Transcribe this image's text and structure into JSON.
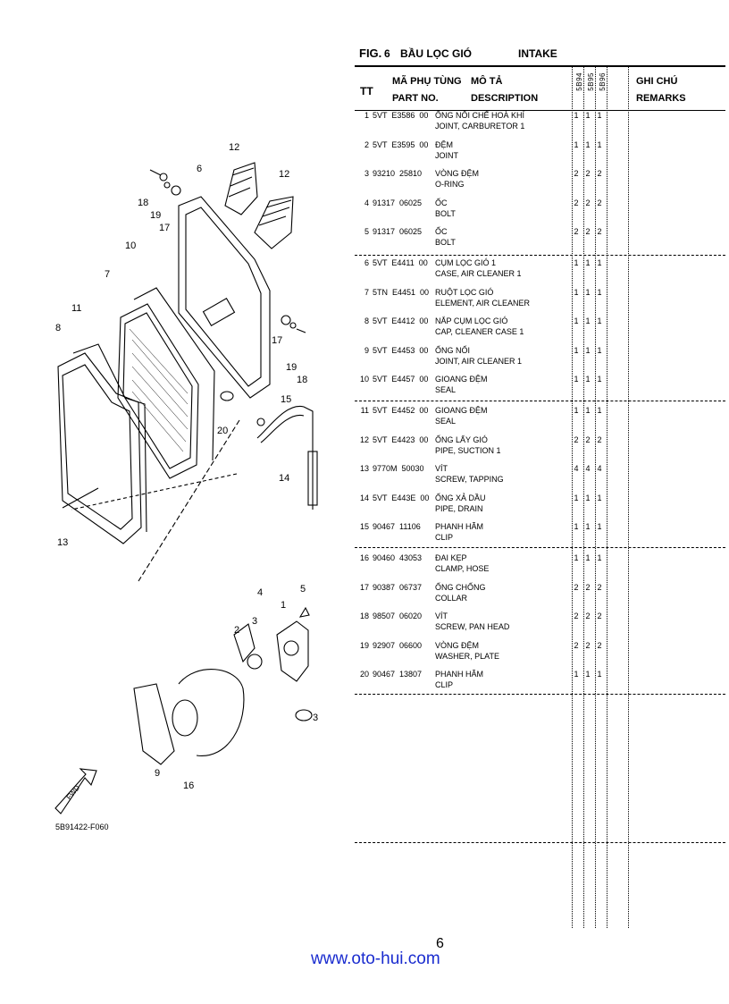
{
  "header": {
    "fig_label": "FIG.",
    "fig_number": "6",
    "title_vn": "BẦU LỌC GIÓ",
    "title_en": "INTAKE"
  },
  "table_header": {
    "tt": "TT",
    "part_no_vn": "MÃ PHỤ TÙNG",
    "part_no_en": "PART NO.",
    "desc_vn": "MÔ TẢ",
    "desc_en": "DESCRIPTION",
    "model_cols": [
      "5B94",
      "5B95",
      "5B96"
    ],
    "remarks_vn": "GHI CHÚ",
    "remarks_en": "REMARKS"
  },
  "parts": [
    {
      "tt": "1",
      "pno": "5VT  E3586  00",
      "vn": "ỐNG NỐI CHẾ HOÀ KHÍ",
      "en": "JOINT, CARBURETOR 1",
      "q": [
        "1",
        "1",
        "1"
      ]
    },
    {
      "tt": "2",
      "pno": "5VT  E3595  00",
      "vn": "ĐỆM",
      "en": "JOINT",
      "q": [
        "1",
        "1",
        "1"
      ]
    },
    {
      "tt": "3",
      "pno": "93210  25810",
      "vn": "VÒNG ĐỆM",
      "en": "O-RING",
      "q": [
        "2",
        "2",
        "2"
      ]
    },
    {
      "tt": "4",
      "pno": "91317  06025",
      "vn": "ỐC",
      "en": "BOLT",
      "q": [
        "2",
        "2",
        "2"
      ]
    },
    {
      "tt": "5",
      "pno": "91317  06025",
      "vn": "ỐC",
      "en": "BOLT",
      "q": [
        "2",
        "2",
        "2"
      ]
    },
    {
      "tt": "6",
      "pno": "5VT  E4411  00",
      "vn": "CỤM LỌC GIÓ 1",
      "en": "CASE, AIR CLEANER 1",
      "q": [
        "1",
        "1",
        "1"
      ]
    },
    {
      "tt": "7",
      "pno": "5TN  E4451  00",
      "vn": "RUỘT LỌC GIÓ",
      "en": "ELEMENT, AIR CLEANER",
      "q": [
        "1",
        "1",
        "1"
      ]
    },
    {
      "tt": "8",
      "pno": "5VT  E4412  00",
      "vn": "NẮP CỤM LỌC GIÓ",
      "en": "CAP, CLEANER CASE 1",
      "q": [
        "1",
        "1",
        "1"
      ]
    },
    {
      "tt": "9",
      "pno": "5VT  E4453  00",
      "vn": "ỐNG NỐI",
      "en": "JOINT, AIR CLEANER 1",
      "q": [
        "1",
        "1",
        "1"
      ]
    },
    {
      "tt": "10",
      "pno": "5VT  E4457  00",
      "vn": "GIOANG ĐỆM",
      "en": "SEAL",
      "q": [
        "1",
        "1",
        "1"
      ]
    },
    {
      "tt": "11",
      "pno": "5VT  E4452  00",
      "vn": "GIOANG ĐỆM",
      "en": "SEAL",
      "q": [
        "1",
        "1",
        "1"
      ]
    },
    {
      "tt": "12",
      "pno": "5VT  E4423  00",
      "vn": "ỐNG LẤY GIÓ",
      "en": "PIPE, SUCTION 1",
      "q": [
        "2",
        "2",
        "2"
      ]
    },
    {
      "tt": "13",
      "pno": "9770M  50030",
      "vn": "VÍT",
      "en": "SCREW, TAPPING",
      "q": [
        "4",
        "4",
        "4"
      ]
    },
    {
      "tt": "14",
      "pno": "5VT  E443E  00",
      "vn": "ỐNG XẢ DẦU",
      "en": "PIPE, DRAIN",
      "q": [
        "1",
        "1",
        "1"
      ]
    },
    {
      "tt": "15",
      "pno": "90467  11106",
      "vn": "PHANH HÃM",
      "en": "CLIP",
      "q": [
        "1",
        "1",
        "1"
      ]
    },
    {
      "tt": "16",
      "pno": "90460  43053",
      "vn": "ĐAI KẸP",
      "en": "CLAMP, HOSE",
      "q": [
        "1",
        "1",
        "1"
      ]
    },
    {
      "tt": "17",
      "pno": "90387  06737",
      "vn": "ỐNG CHỐNG",
      "en": "COLLAR",
      "q": [
        "2",
        "2",
        "2"
      ]
    },
    {
      "tt": "18",
      "pno": "98507  06020",
      "vn": "VÍT",
      "en": "SCREW, PAN HEAD",
      "q": [
        "2",
        "2",
        "2"
      ]
    },
    {
      "tt": "19",
      "pno": "92907  06600",
      "vn": "VÒNG ĐỆM",
      "en": "WASHER, PLATE",
      "q": [
        "2",
        "2",
        "2"
      ]
    },
    {
      "tt": "20",
      "pno": "90467  13807",
      "vn": "PHANH HÃM",
      "en": "CLIP",
      "q": [
        "1",
        "1",
        "1"
      ]
    }
  ],
  "diagram": {
    "callouts": [
      "1",
      "2",
      "3",
      "3",
      "4",
      "5",
      "6",
      "7",
      "8",
      "9",
      "10",
      "11",
      "12",
      "12",
      "13",
      "14",
      "15",
      "16",
      "17",
      "17",
      "18",
      "18",
      "19",
      "19",
      "20"
    ],
    "fwd_label": "FWD",
    "ref_code": "5B91422-F060"
  },
  "footer": {
    "link": "www.oto-hui.com",
    "page": "6"
  }
}
